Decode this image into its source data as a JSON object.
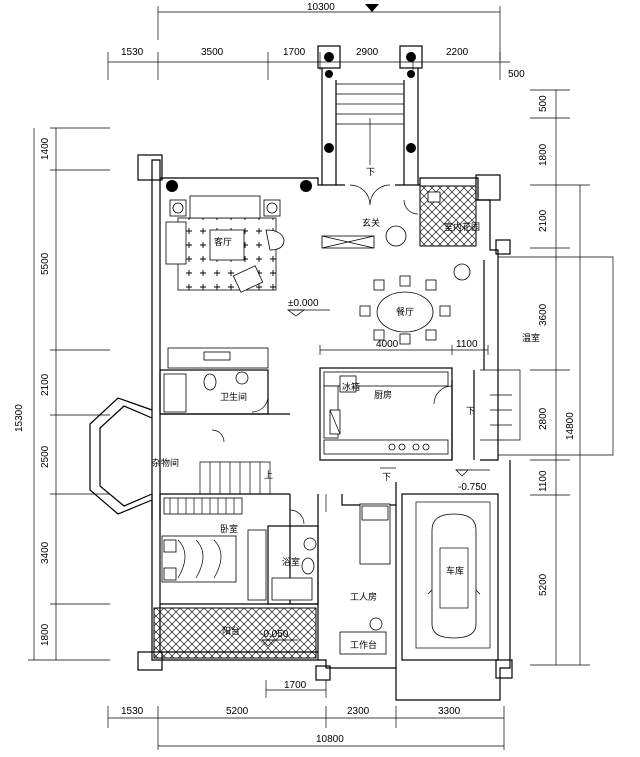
{
  "dimensions": {
    "top_total": "10300",
    "top_segments": [
      "1530",
      "3500",
      "1700",
      "2900",
      "2200"
    ],
    "top_right_small": "500",
    "right_segments": [
      "500",
      "1800",
      "2100",
      "3600",
      "2800",
      "1100",
      "5200"
    ],
    "right_total": "14800",
    "left_segments": [
      "1400",
      "5500",
      "2100",
      "2500",
      "3400",
      "1800"
    ],
    "left_total": "15300",
    "bottom_mid": "1700",
    "bottom_segments": [
      "1530",
      "5200",
      "2300",
      "3300"
    ],
    "bottom_total": "10800",
    "dining_4000": "4000",
    "dining_1100": "1100"
  },
  "rooms": {
    "living": "客厅",
    "foyer": "玄关",
    "dining": "餐厅",
    "garden_small": "室内花园",
    "kitchen": "厨房",
    "toilet_top": "卫生间",
    "storage": "杂物间",
    "bedroom": "卧室",
    "toilet_bottom": "浴室",
    "worker": "工人房",
    "garage": "车库",
    "greenhouse": "温室",
    "terrace": "阳台",
    "desk": "工作台",
    "fridge": "冰箱"
  },
  "labels": {
    "down_1": "下",
    "down_2": "下",
    "down_3": "下",
    "up": "上",
    "elev_main": "±0.000",
    "elev_garage": "-0.750",
    "elev_terrace": "-0.050"
  },
  "colors": {
    "line": "#000000",
    "background": "#ffffff"
  }
}
